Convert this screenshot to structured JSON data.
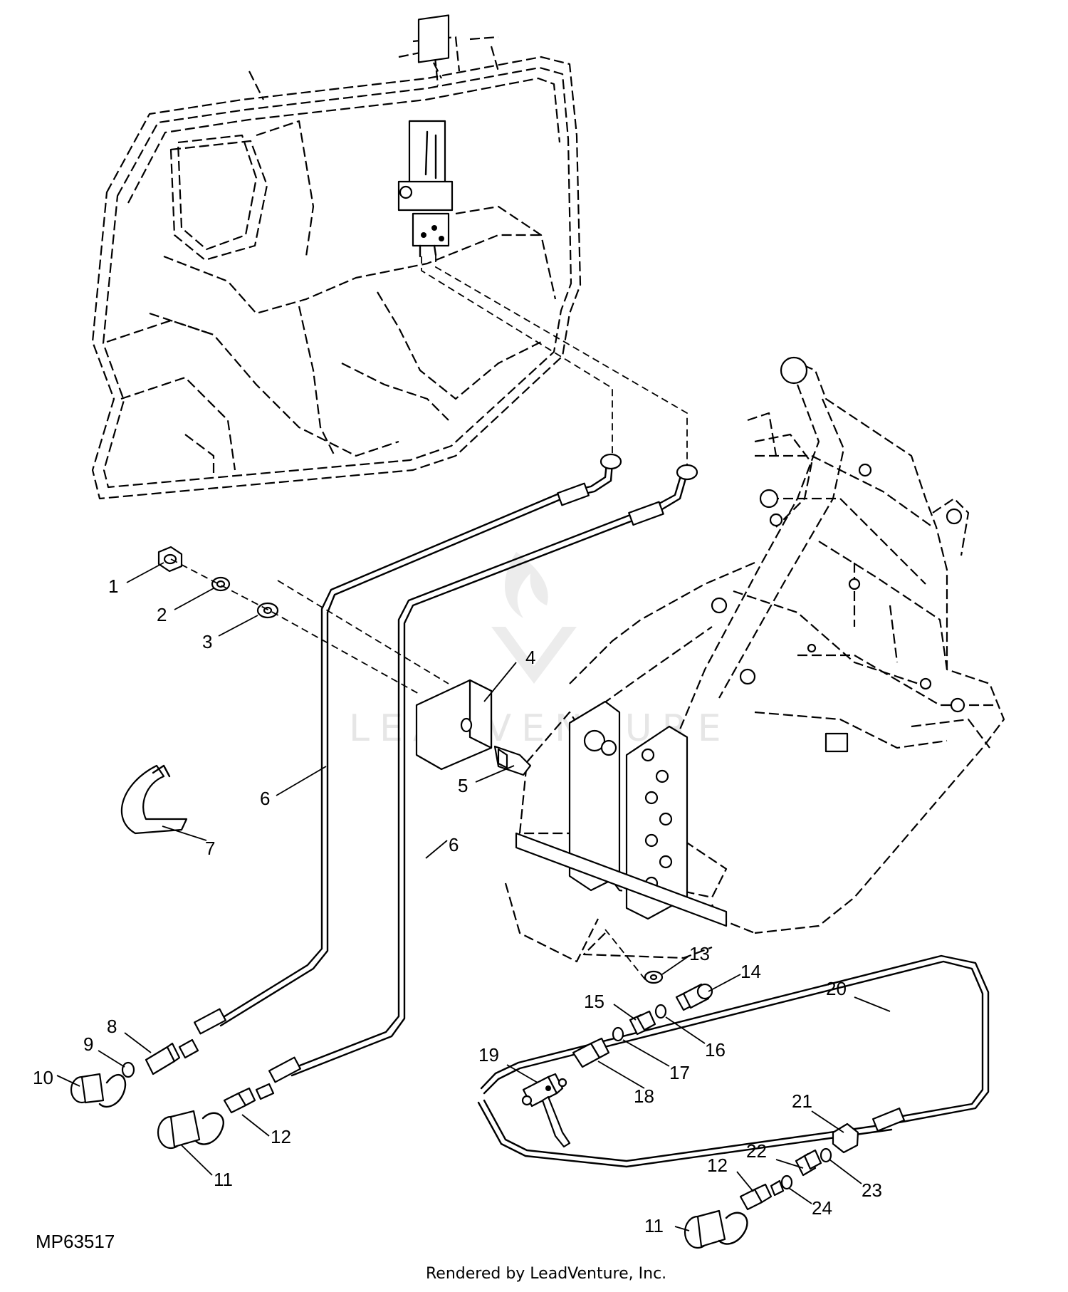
{
  "diagram": {
    "code": "MP63517",
    "credit": "Rendered by LeadVenture, Inc.",
    "watermark": "LEADVENTURE",
    "callouts": [
      {
        "id": "c1",
        "label": "1"
      },
      {
        "id": "c2",
        "label": "2"
      },
      {
        "id": "c3",
        "label": "3"
      },
      {
        "id": "c4",
        "label": "4"
      },
      {
        "id": "c5",
        "label": "5"
      },
      {
        "id": "c6a",
        "label": "6"
      },
      {
        "id": "c6b",
        "label": "6"
      },
      {
        "id": "c7",
        "label": "7"
      },
      {
        "id": "c8",
        "label": "8"
      },
      {
        "id": "c9",
        "label": "9"
      },
      {
        "id": "c10",
        "label": "10"
      },
      {
        "id": "c11a",
        "label": "11"
      },
      {
        "id": "c11b",
        "label": "11"
      },
      {
        "id": "c12a",
        "label": "12"
      },
      {
        "id": "c12b",
        "label": "12"
      },
      {
        "id": "c13",
        "label": "13"
      },
      {
        "id": "c14",
        "label": "14"
      },
      {
        "id": "c15",
        "label": "15"
      },
      {
        "id": "c16",
        "label": "16"
      },
      {
        "id": "c17",
        "label": "17"
      },
      {
        "id": "c18",
        "label": "18"
      },
      {
        "id": "c19",
        "label": "19"
      },
      {
        "id": "c20",
        "label": "20"
      },
      {
        "id": "c21",
        "label": "21"
      },
      {
        "id": "c22",
        "label": "22"
      },
      {
        "id": "c23",
        "label": "23"
      },
      {
        "id": "c24",
        "label": "24"
      }
    ]
  }
}
